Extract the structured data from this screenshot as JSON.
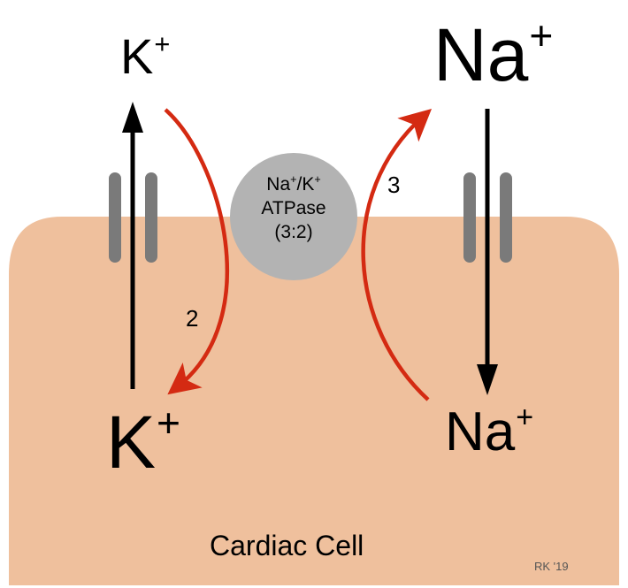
{
  "diagram": {
    "cell_label": "Cardiac Cell",
    "signature": "RK '19",
    "k_outside": {
      "base": "K",
      "charge": "+"
    },
    "k_inside": {
      "base": "K",
      "charge": "+"
    },
    "na_outside": {
      "base": "Na",
      "charge": "+"
    },
    "na_inside": {
      "base": "Na",
      "charge": "+"
    },
    "pump": {
      "line1_na": "Na",
      "line1_plus1": "+",
      "line1_slash_k": "/K",
      "line1_plus2": "+",
      "line2": "ATPase",
      "line3": "(3:2)"
    },
    "k_count": "2",
    "na_count": "3",
    "colors": {
      "cell": "#efc09d",
      "channel": "#7a7a7a",
      "pump": "#b3b3b3",
      "pump_arrow": "#d42a12",
      "flux_arrow": "#000000"
    }
  }
}
